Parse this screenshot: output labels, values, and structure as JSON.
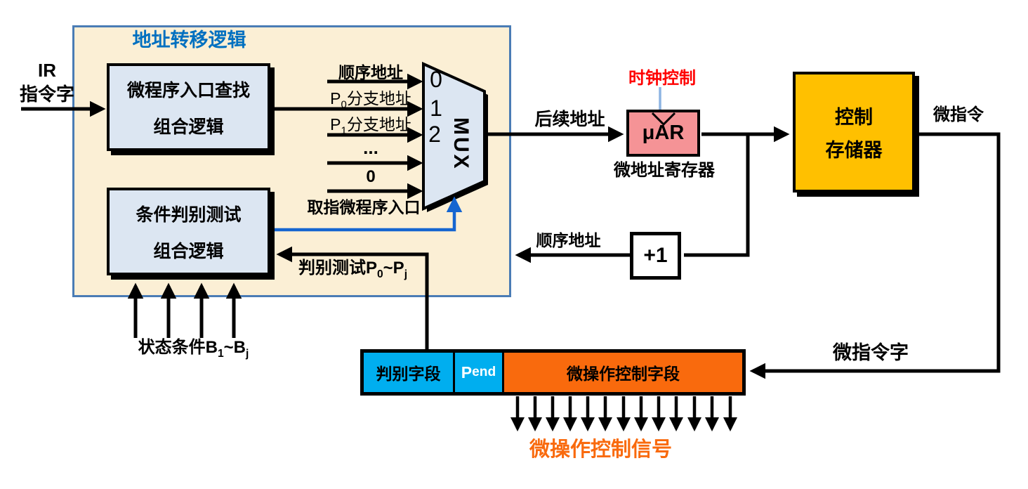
{
  "container": {
    "title": "地址转移逻辑"
  },
  "ir": {
    "line1": "IR",
    "line2": "指令字"
  },
  "entry_box": {
    "line1": "微程序入口查找",
    "line2": "组合逻辑"
  },
  "condition_box": {
    "line1": "条件判别测试",
    "line2": "组合逻辑"
  },
  "mux": {
    "label": "MUX",
    "ports": [
      "0",
      "1",
      "2"
    ],
    "inputs": {
      "seq": "顺序地址",
      "p0_prefix": "P",
      "p0_sub": "0",
      "p0_rest": "分支地址",
      "p1_prefix": "P",
      "p1_sub": "1",
      "p1_rest": "分支地址",
      "dots": "...",
      "zero": "0",
      "fetch_entry": "取指微程序入口"
    }
  },
  "uar": {
    "label": "μAR",
    "caption": "微地址寄存器",
    "clock": "时钟控制"
  },
  "memory": {
    "line1": "控制",
    "line2": "存储器"
  },
  "plus_one": {
    "label": "+1"
  },
  "flow_labels": {
    "next_addr": "后续地址",
    "seq_addr": "顺序地址",
    "micro_inst": "微指令",
    "micro_inst_word": "微指令字",
    "test_prefix": "判别测试P",
    "test_sub1": "0",
    "test_mid": "~P",
    "test_sub2": "j",
    "status_prefix": "状态条件B",
    "status_sub1": "1",
    "status_mid": "~B",
    "status_sub2": "j",
    "signals": "微操作控制信号"
  },
  "register": {
    "field_test": "判别字段",
    "field_pend_main": "P",
    "field_pend_sub": "end",
    "field_control": "微操作控制字段"
  },
  "colors": {
    "container_fill": "#FBEFD5",
    "container_border": "#4A7CB5",
    "logic_box_fill": "#DCE6F2",
    "uar_fill": "#F59396",
    "memory_fill": "#FFC000",
    "cyan_field": "#00AEEF",
    "orange_field": "#F96A0D",
    "title_blue": "#0070C0",
    "clock_red": "#FF0000",
    "select_blue": "#1565D0",
    "clock_line_blue": "#8DB4E2",
    "signal_orange": "#F96A0D"
  }
}
